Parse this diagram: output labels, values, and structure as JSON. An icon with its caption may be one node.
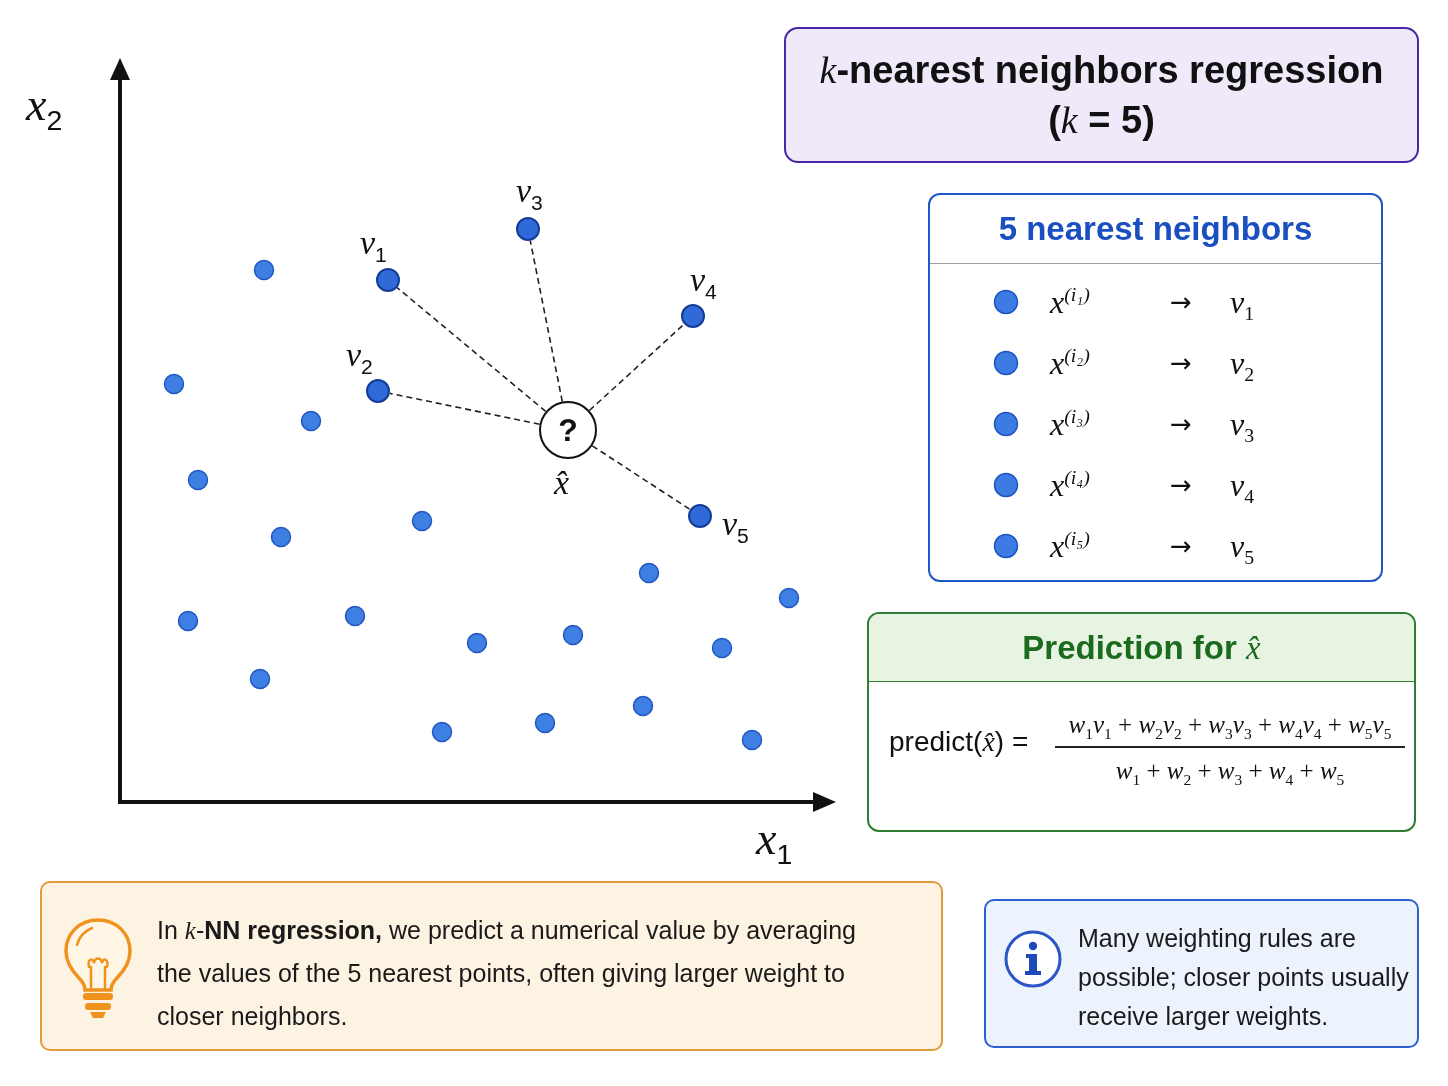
{
  "diagram": {
    "title": "*k*-nearest neighbors regression (*k* = 5)",
    "nodes": [
      {
        "text": [],
        "shape": "circle",
        "beside": [
          "*v*$_{1}$"
        ]
      },
      {
        "text": [],
        "shape": "circle",
        "beside": [
          "*v*$_{2}$"
        ]
      },
      {
        "text": [],
        "shape": "circle",
        "beside": [
          "*v*$_{3}$"
        ]
      },
      {
        "text": [],
        "shape": "circle",
        "beside": [
          "*v*$_{4}$"
        ]
      },
      {
        "text": [],
        "shape": "circle",
        "beside": [
          "*v*$_{5}$"
        ]
      },
      {
        "text": [
          "?"
        ],
        "beside": [
          "*x̂*"
        ]
      },
      {
        "text": [
          "5 nearest neighbors",
          "*x*$^{(i₁)}$",
          "→",
          "*v*$_{1}$",
          "*x*$^{(i₂)}$",
          "→",
          "*v*$_{2}$",
          "*x*$^{(i₃)}$",
          "→",
          "*v*$_{3}$",
          "*x*$^{(i₄)}$",
          "→",
          "*v*$_{4}$",
          "*x*$^{(i₅)}$",
          "→",
          "*v*$_{5}$"
        ]
      },
      {
        "text": [
          "Prediction for *x̂*",
          "predict(*x̂*) =",
          "*w*$_{1}$*v*$_{1}$ + *w*$_{2}$*v*$_{2}$ + *w*$_{3}$*v*$_{3}$ + *w*$_{4}$*v*$_{4}$ + *w*$_{5}$*v*$_{5}$",
          "*w*$_{1}$ + *w*$_{2}$ + *w*$_{3}$ + *w*$_{4}$ + *w*$_{5}$"
        ]
      },
      {
        "text": [
          "In *k*-**NN regression,** we predict a numerical value by averaging the values of the 5 nearest points, often giving larger weight to closer neighbors."
        ]
      },
      {
        "text": [
          "Many weighting rules are possible; closer points usually receive larger weights."
        ]
      }
    ],
    "edges": [
      {
        "from": 5,
        "to": 0,
        "arrow": "none",
        "style": "dashed"
      },
      {
        "from": 5,
        "to": 1,
        "arrow": "none",
        "style": "dashed"
      },
      {
        "from": 5,
        "to": 2,
        "arrow": "none",
        "style": "dashed"
      },
      {
        "from": 5,
        "to": 3,
        "arrow": "none",
        "style": "dashed"
      },
      {
        "from": 5,
        "to": 4,
        "arrow": "none",
        "style": "dashed"
      }
    ],
    "labels": [
      "*x*$_{2}$",
      "*x*$_{1}$"
    ]
  }
}
